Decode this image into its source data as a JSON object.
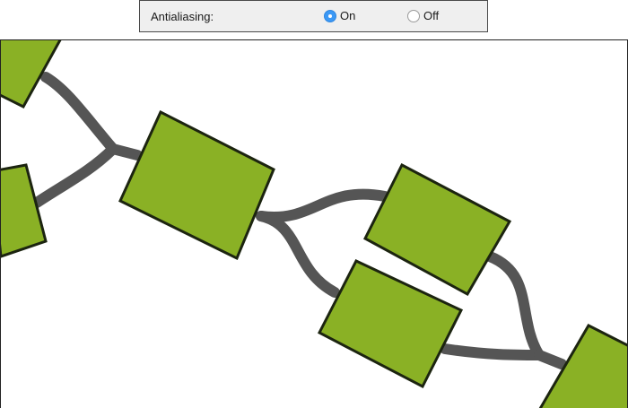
{
  "toolbar": {
    "label": "Antialiasing:",
    "options": [
      {
        "label": "On",
        "selected": true
      },
      {
        "label": "Off",
        "selected": false
      }
    ]
  },
  "colors": {
    "node_fill": "#8ab125",
    "node_stroke": "#1c2410",
    "edge": "#555555",
    "accent": "#3b98f5"
  }
}
